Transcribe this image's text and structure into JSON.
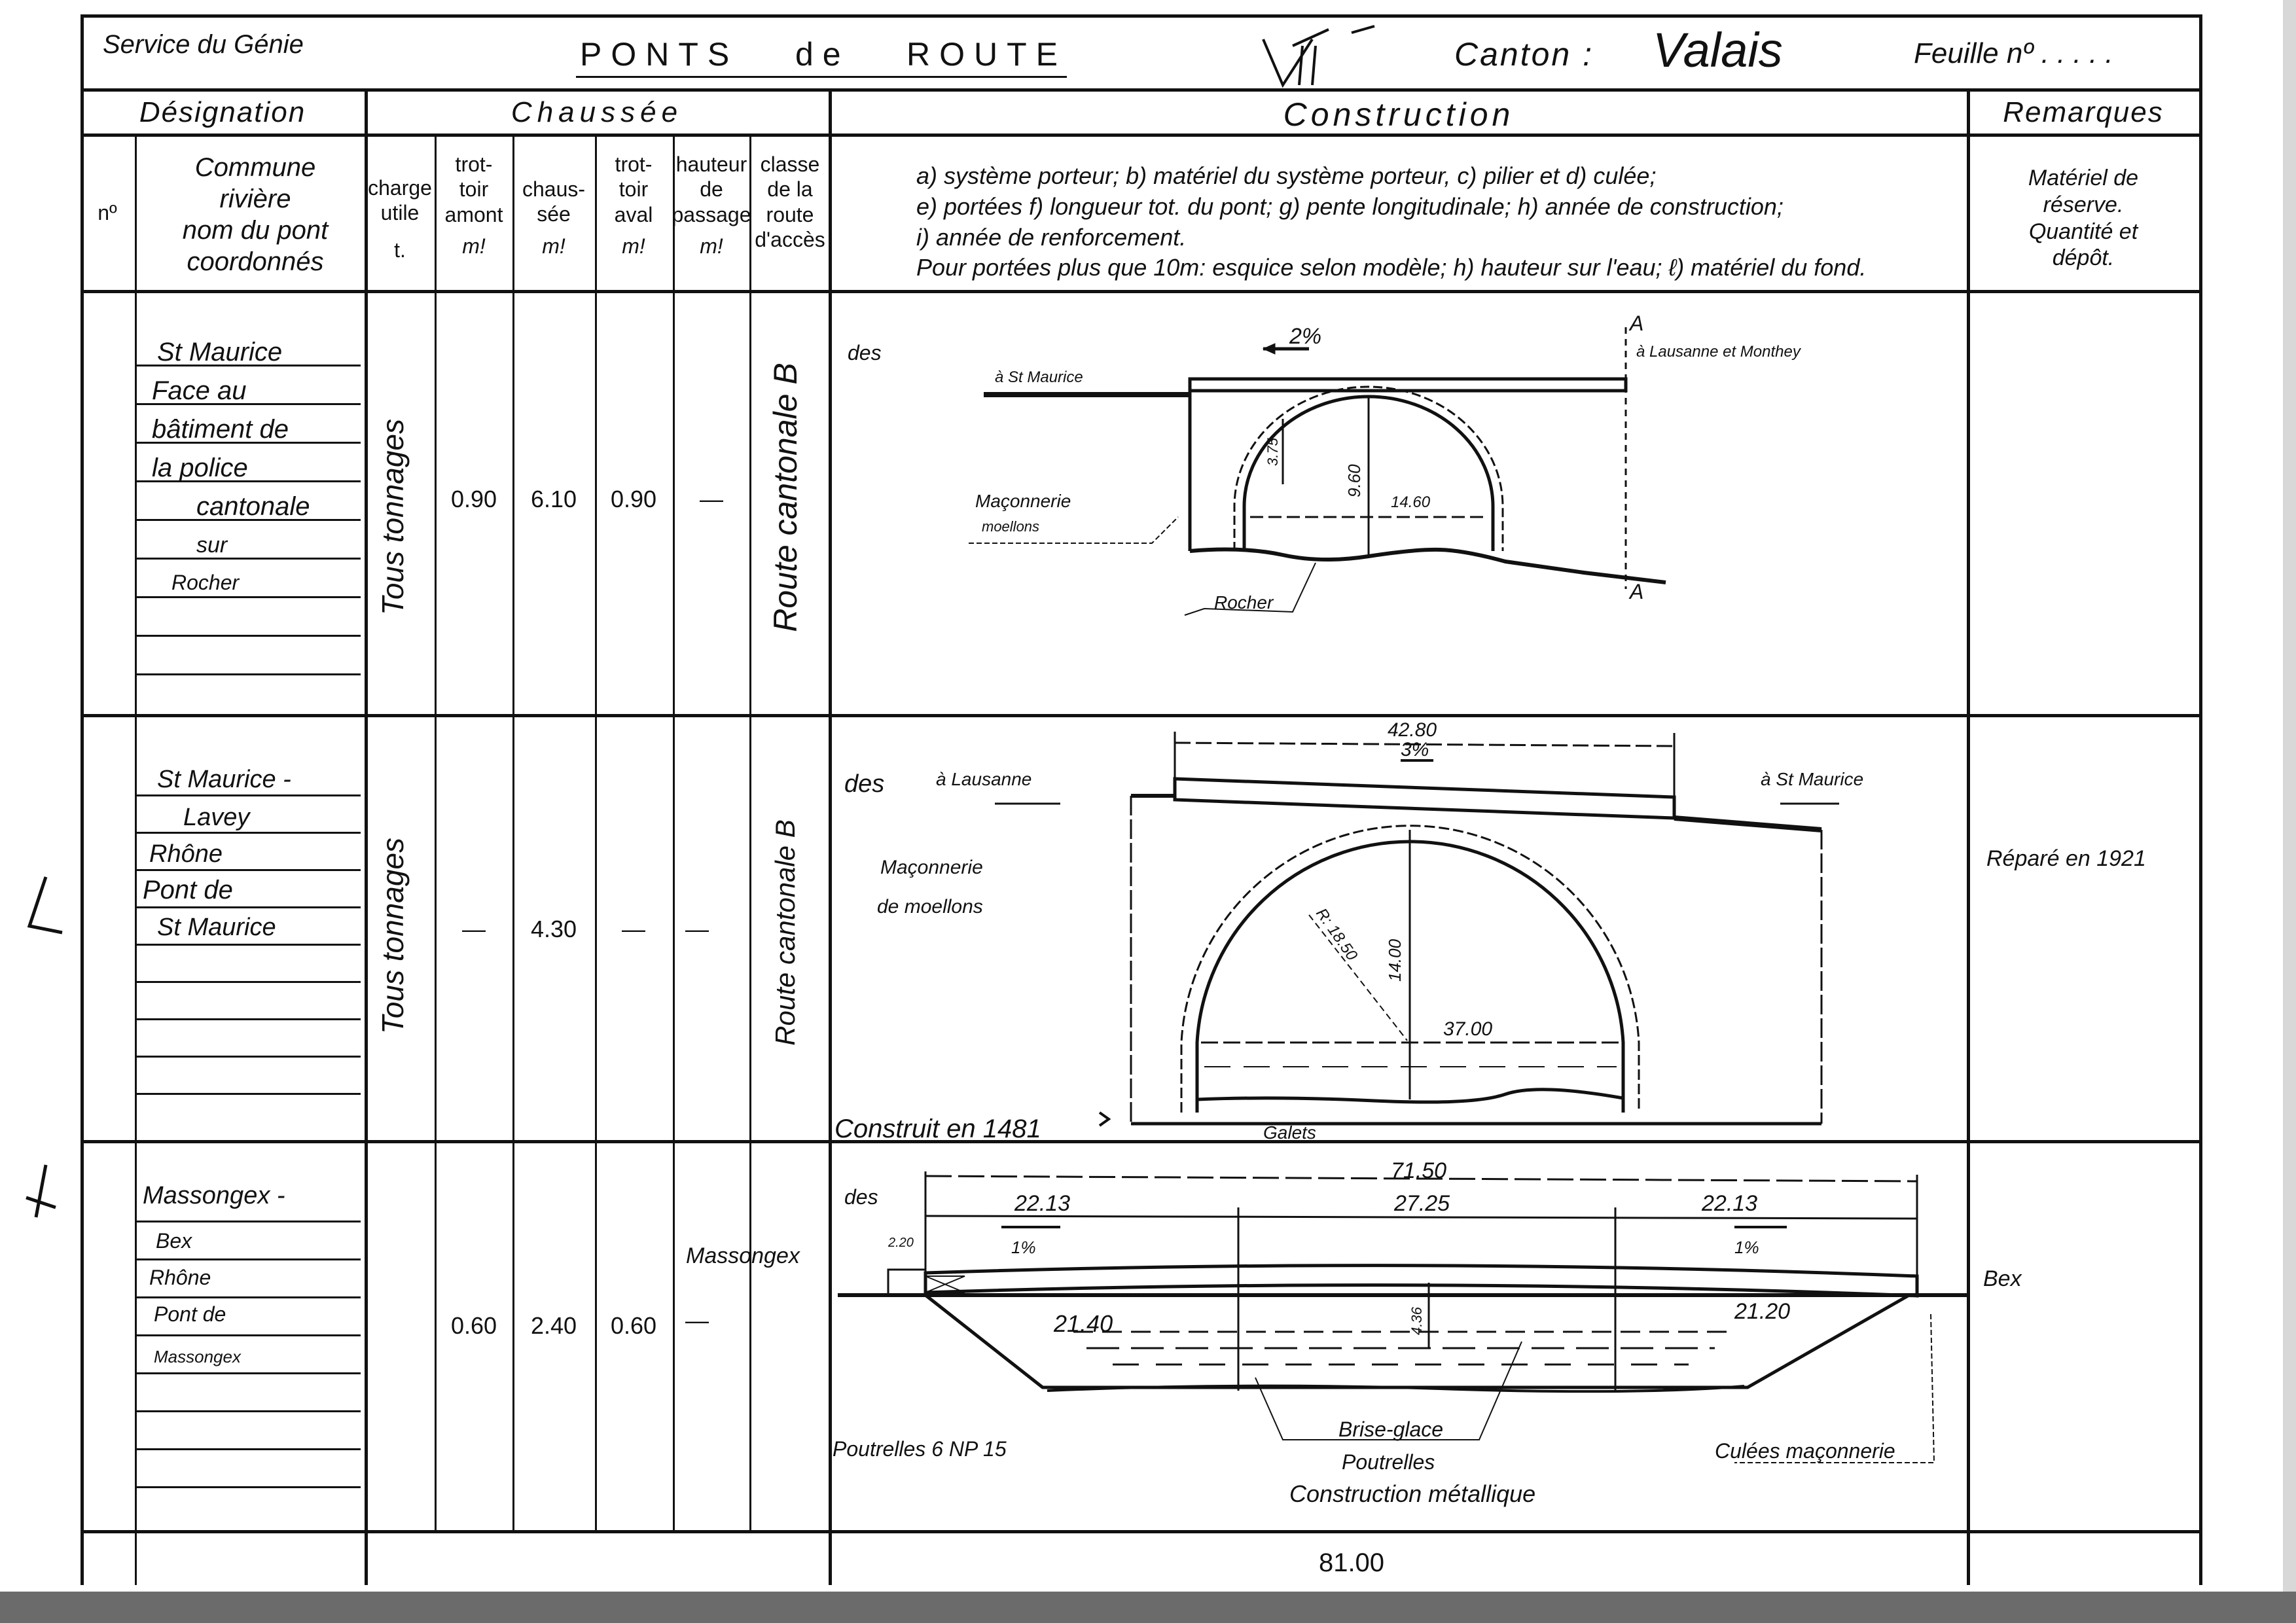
{
  "header": {
    "service": "Service du Génie",
    "title_1": "PONTS",
    "title_de": "de",
    "title_2": "ROUTE",
    "canton_label": "Canton :",
    "canton_value": "Valais",
    "sheet_label": "Feuille nº . . . . ."
  },
  "groups": {
    "designation": "Désignation",
    "chaussee": "Chaussée",
    "construction": "Construction",
    "remarques": "Remarques"
  },
  "columns": {
    "no": "nº",
    "commune": [
      "Commune",
      "rivière",
      "nom du pont",
      "coordonnés"
    ],
    "charge": [
      "charge",
      "utile",
      "t."
    ],
    "trottoir_amont": [
      "trot-",
      "toir",
      "amont",
      "m!"
    ],
    "chaussee": [
      "chaus-",
      "sée",
      "m!"
    ],
    "trottoir_aval": [
      "trot-",
      "toir",
      "aval",
      "m!"
    ],
    "hauteur": [
      "hauteur",
      "de",
      "passage",
      "m!"
    ],
    "classe": [
      "classe",
      "de la",
      "route",
      "d'accès"
    ],
    "construction_legend": [
      "a) système porteur;  b) matériel du système porteur, c) pilier et d) culée;",
      "e) portées   f) longueur tot. du pont;  g) pente longitudinale; h) année de construction;",
      "i) année de renforcement.",
      "Pour portées plus que 10m: esquice selon modèle; h) hauteur sur l'eau; ℓ) matériel du fond."
    ],
    "remarques": [
      "Matériel de",
      "réserve.",
      "Quantité et",
      "dépôt."
    ]
  },
  "rows": [
    {
      "commune": [
        "St Maurice",
        "Face au",
        "bâtiment de",
        "la police",
        "cantonale",
        "sur",
        "Rocher"
      ],
      "charge": "Tous tonnages",
      "trottoir_amont": "0.90",
      "chaussee": "6.10",
      "trottoir_aval": "0.90",
      "hauteur": "—",
      "classe": "Route cantonale B",
      "remarque": "",
      "drawing": {
        "des": "des",
        "slope": "2%",
        "to_left": "à St Maurice",
        "to_right": "à Lausanne et Monthey",
        "section_mark": "A",
        "material": "Maçonnerie",
        "material_2": "moellons",
        "height": "9.60",
        "rise": "3.75",
        "span": "14.60",
        "foundation": "Rocher"
      }
    },
    {
      "commune": [
        "St Maurice -",
        "Lavey",
        "Rhône",
        "Pont de",
        "St Maurice"
      ],
      "charge": "Tous tonnages",
      "trottoir_amont": "—",
      "chaussee": "4.30",
      "trottoir_aval": "—",
      "hauteur": "—",
      "classe": "Route cantonale B",
      "remarque": "Réparé en 1921",
      "drawing": {
        "des": "des",
        "to_left": "à Lausanne",
        "to_right": "à St Maurice",
        "length": "42.80",
        "slope": "3%",
        "material": "Maçonnerie",
        "material_2": "de moellons",
        "radius": "R: 18.50",
        "height": "14.00",
        "span": "37.00",
        "foundation": "Galets",
        "built": "Construit en 1481"
      }
    },
    {
      "commune": [
        "Massongex -",
        "Bex",
        "Rhône",
        "Pont de",
        "Massongex"
      ],
      "charge": "",
      "trottoir_amont": "0.60",
      "chaussee": "2.40",
      "trottoir_aval": "0.60",
      "hauteur": "—",
      "classe": "Massongex",
      "remarque": "",
      "drawing": {
        "des": "des",
        "total": "71.50",
        "span_1": "22.13",
        "span_2": "27.25",
        "span_3": "22.13",
        "abutment": "2.20",
        "slope_left": "1%",
        "slope_right": "1%",
        "to_right": "Bex",
        "depth_left": "21.40",
        "depth_right": "21.20",
        "clearance": "4.36",
        "beams": "Poutrelles   6  NP 15",
        "icebreaker": "Brise-glace",
        "beams_2": "Poutrelles",
        "construction": "Construction   métallique",
        "abutments": "Culées maçonnerie"
      }
    }
  ],
  "footer": {
    "total": "81.00"
  }
}
